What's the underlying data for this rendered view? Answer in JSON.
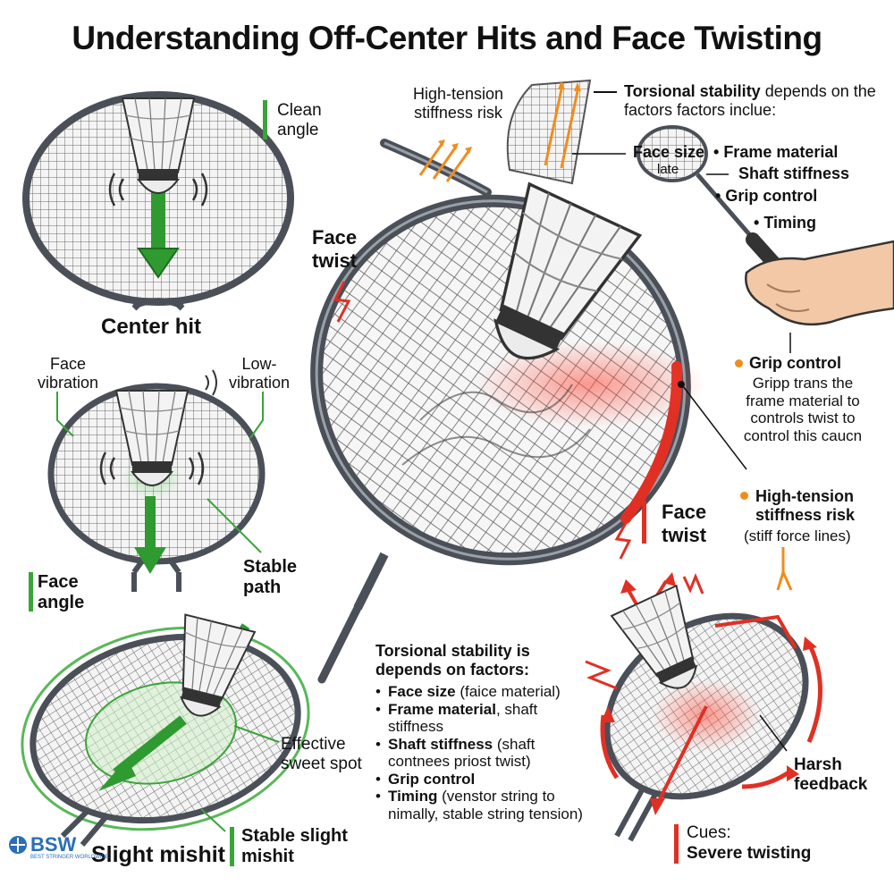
{
  "title": "Understanding Off-Center Hits and Face Twisting",
  "center_panel": {
    "clean_angle": "Clean angle",
    "label": "Center hit"
  },
  "vibration_panel": {
    "face_vibration": "Face vibration",
    "low_vibration": "Low-vibration",
    "face_angle": "Face angle",
    "stable_path": "Stable path"
  },
  "mishit_panel": {
    "effective_sweet_spot": "Effective sweet spot",
    "label": "Slight mishit",
    "stable_label": "Stable slight mishit"
  },
  "top_detail": {
    "high_tension_risk": "High-tension stiffness risk",
    "torsional_intro_bold": "Torsional stability",
    "torsional_intro_rest": " depends on the factors factors inclue:",
    "face_size": "Face size",
    "face_size_sub": "late",
    "factors": [
      "Frame material",
      "Shaft stiffness",
      "Grip control",
      "Timing"
    ]
  },
  "main_racket": {
    "face_twist_top": "Face twist",
    "face_twist_bottom": "Face twist"
  },
  "grip_note": {
    "title": "Grip control",
    "body": "Gripp trans the frame material to controls twist to control this caucn"
  },
  "tension_note": {
    "title": "High-tension stiffness risk",
    "body": "(stiff force lines)"
  },
  "factors_list": {
    "heading": "Torsional stability is depends  on factors:",
    "items": [
      {
        "bold": "Face size",
        "rest": " (faice material)"
      },
      {
        "bold": "Frame material",
        "rest": ", shaft stiffness"
      },
      {
        "bold": "Shaft stiffness",
        "rest": " (shaft contnees priost twist)"
      },
      {
        "bold": "Grip control",
        "rest": ""
      },
      {
        "bold": "Timing",
        "rest": " (venstor string to nimally, stable string tension)"
      }
    ]
  },
  "severe_panel": {
    "harsh_feedback": "Harsh feedback",
    "cues": "Cues:",
    "severe_twisting": "Severe twisting"
  },
  "logo": {
    "text": "BSW",
    "tagline": "BEST STRINGER WORLDWIDE"
  },
  "colors": {
    "accent_green": "#3aa33a",
    "accent_red": "#e03024",
    "accent_orange": "#f08c1e",
    "frame_gray": "#4a4f58"
  }
}
